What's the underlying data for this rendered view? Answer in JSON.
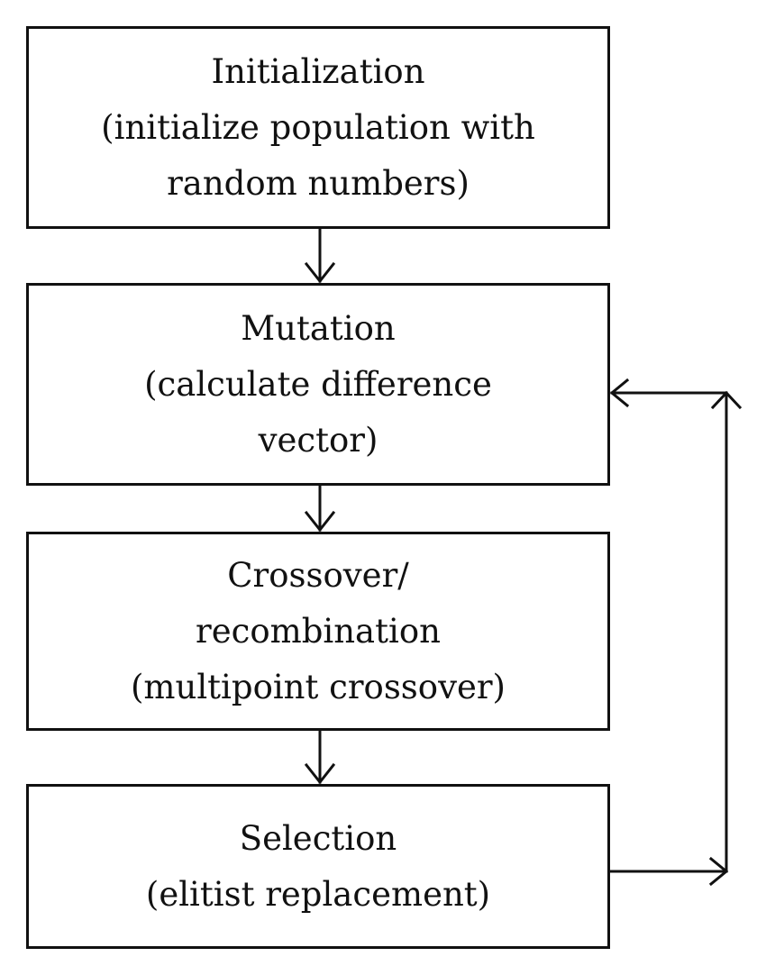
{
  "boxes": {
    "initialization": {
      "lines": [
        "Initialization",
        "(initialize population with",
        "random numbers)"
      ]
    },
    "mutation": {
      "lines": [
        "Mutation",
        "(calculate difference",
        "vector)"
      ]
    },
    "crossover": {
      "lines": [
        "Crossover/",
        "recombination",
        "(multipoint crossover)"
      ]
    },
    "selection": {
      "lines": [
        "Selection",
        "(elitist replacement)"
      ]
    }
  },
  "colors": {
    "stroke": "#111111",
    "background": "#ffffff"
  }
}
